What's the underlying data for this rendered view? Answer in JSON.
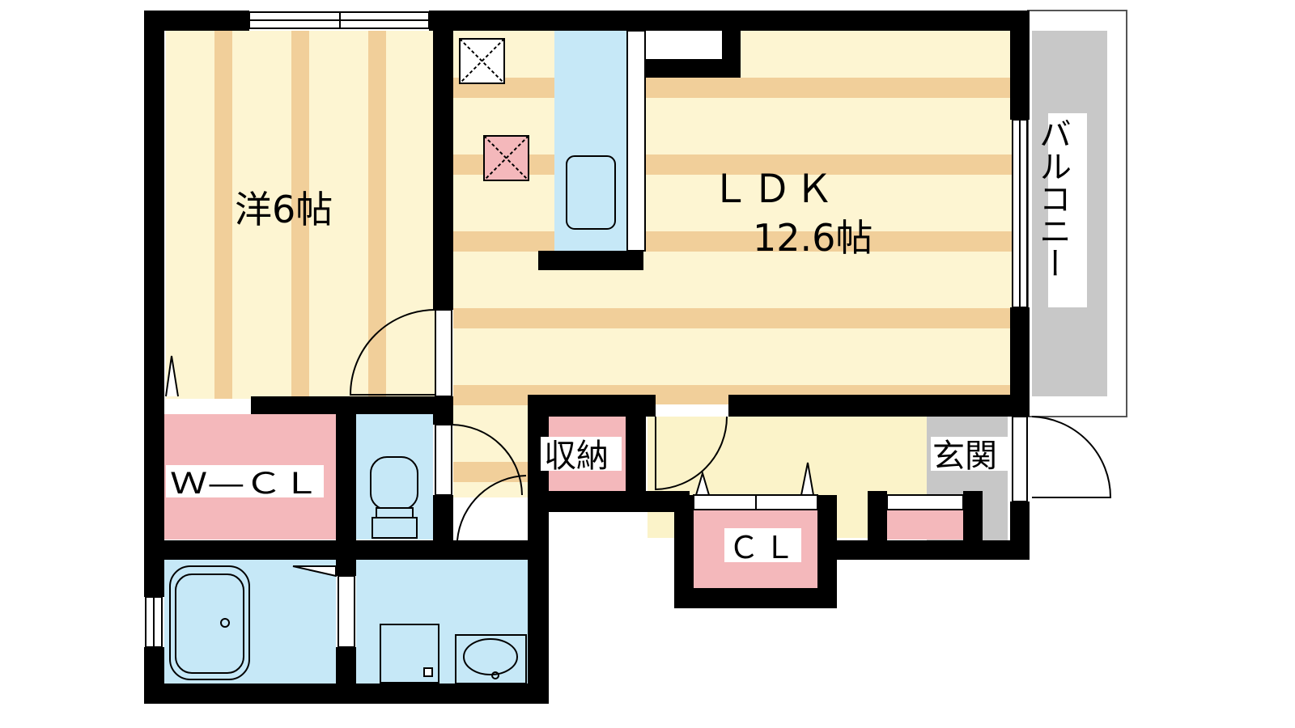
{
  "rooms": {
    "bedroom": "洋6帖",
    "ldk_name": "ＬＤＫ",
    "ldk_size": "12.6帖",
    "walk_in_closet": "Ｗ—ＣＬ",
    "storage": "収納",
    "entrance": "玄関",
    "closet": "ＣＬ",
    "balcony": "バルコニー"
  },
  "colors": {
    "wall": "#000000",
    "wood_stripe": "#f1cf9a",
    "wood_light": "#fdf5d2",
    "wet_area": "#c6e8f7",
    "closet": "#f4b8bb",
    "entrance_floor": "#c7c7c7",
    "hall_floor": "#fbf3c9",
    "balcony": "#c8c8c8"
  }
}
